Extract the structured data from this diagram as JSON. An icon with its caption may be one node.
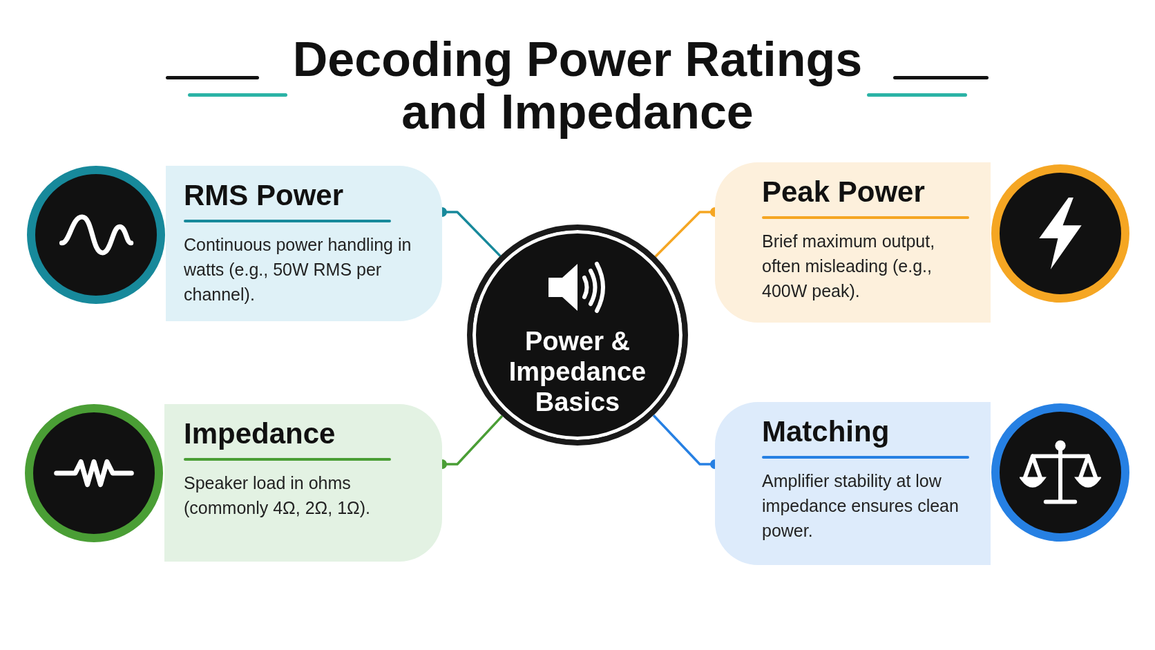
{
  "diagram": {
    "title": "Decoding Power Ratings and Impedance",
    "nodes": [
      {
        "text": [
          "Power & Impedance Basics"
        ]
      },
      {
        "text": [
          "RMS Power",
          "Continuous power handling in watts (e.g., 50W RMS per channel)."
        ]
      },
      {
        "text": [
          "Peak Power",
          "Brief maximum output, often misleading (e.g., 400W peak)."
        ]
      },
      {
        "text": [
          "Impedance",
          "Speaker load in ohms (commonly 4Ω, 2Ω, 1Ω)."
        ]
      },
      {
        "text": [
          "Matching",
          "Amplifier stability at low impedance ensures clean power."
        ]
      }
    ],
    "edges": [
      {
        "from": 0,
        "to": 1,
        "arrow": "other",
        "color": "#17899b"
      },
      {
        "from": 0,
        "to": 2,
        "arrow": "other",
        "color": "#f5a623"
      },
      {
        "from": 0,
        "to": 3,
        "arrow": "other",
        "color": "#4a9e35"
      },
      {
        "from": 0,
        "to": 4,
        "arrow": "other",
        "color": "#2680e3"
      }
    ]
  }
}
